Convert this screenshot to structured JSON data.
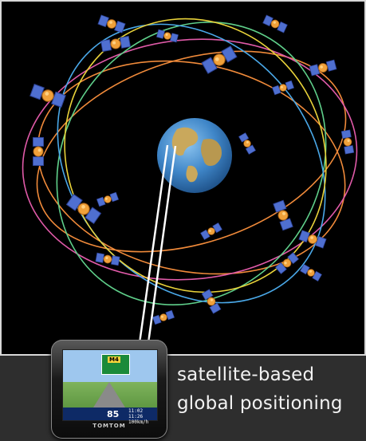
{
  "caption": {
    "line1": "satellite-based",
    "line2": "global positioning"
  },
  "device": {
    "brand": "TOMTOM",
    "road_sign": "M4",
    "speed": "85",
    "clock_top": "11:02",
    "clock_bottom": "11:26 100km/h"
  },
  "colors": {
    "background": "#2e2e2e",
    "space": "#000000",
    "orbit_orange": "#f08a3a",
    "orbit_pink": "#e05aa8",
    "orbit_green": "#5fcf8a",
    "orbit_blue": "#4aa8e8",
    "orbit_yellow": "#e8d23a",
    "earth_ocean": "#3f86c8",
    "earth_land": "#c9a85c"
  },
  "icons": [
    "earth-icon",
    "satellite-icon",
    "gps-device-icon"
  ]
}
